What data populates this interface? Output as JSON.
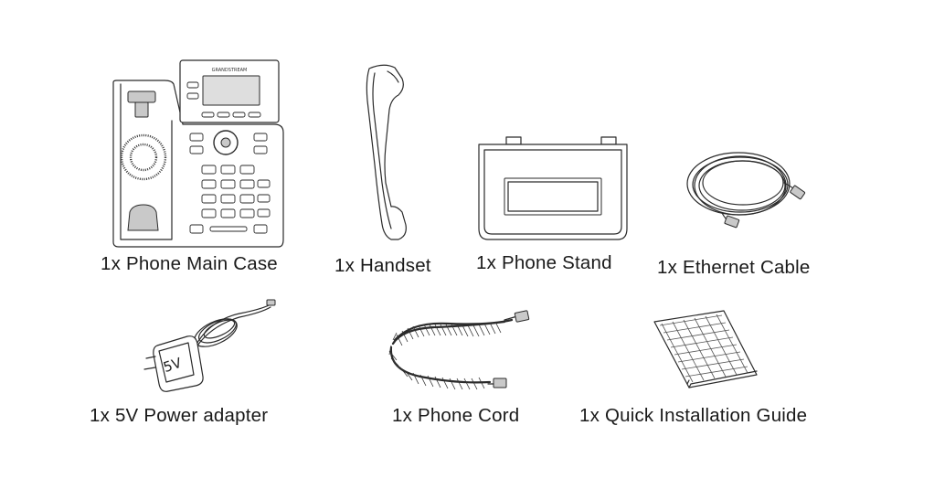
{
  "items": [
    {
      "label": "1x Phone Main Case",
      "icon": "desk-phone-icon"
    },
    {
      "label": "1x Handset",
      "icon": "handset-icon"
    },
    {
      "label": "1x Phone Stand",
      "icon": "phone-stand-icon"
    },
    {
      "label": "1x Ethernet Cable",
      "icon": "ethernet-cable-icon"
    },
    {
      "label": "1x 5V Power adapter",
      "icon": "power-adapter-icon",
      "marking": "5V"
    },
    {
      "label": "1x Phone Cord",
      "icon": "coiled-phone-cord-icon"
    },
    {
      "label": "1x Quick Installation Guide",
      "icon": "guide-booklet-icon"
    }
  ]
}
